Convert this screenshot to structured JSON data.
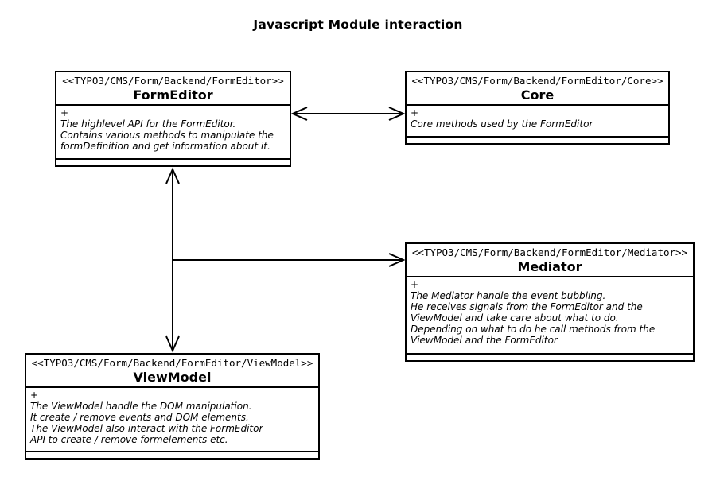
{
  "title": "Javascript Module interaction",
  "colors": {
    "line": "#000000",
    "background": "#ffffff",
    "box_fill": "#ffffff",
    "text": "#000000"
  },
  "nodes": {
    "formeditor": {
      "stereotype": "<<TYPO3/CMS/Form/Backend/FormEditor>>",
      "name": "FormEditor",
      "visibility": "+",
      "description": [
        "The highlevel API for the FormEditor.",
        "Contains various methods to manipulate the",
        "formDefinition and get information about it."
      ]
    },
    "core": {
      "stereotype": "<<TYPO3/CMS/Form/Backend/FormEditor/Core>>",
      "name": "Core",
      "visibility": "+",
      "description": [
        "Core methods used by the FormEditor"
      ]
    },
    "mediator": {
      "stereotype": "<<TYPO3/CMS/Form/Backend/FormEditor/Mediator>>",
      "name": "Mediator",
      "visibility": "+",
      "description": [
        "The Mediator handle the event bubbling.",
        "He receives signals from the FormEditor and the",
        "ViewModel and take care about what to do.",
        "Depending on what to do he call methods from the",
        "ViewModel and the FormEditor"
      ]
    },
    "viewmodel": {
      "stereotype": "<<TYPO3/CMS/Form/Backend/FormEditor/ViewModel>>",
      "name": "ViewModel",
      "visibility": "+",
      "description": [
        "The ViewModel handle the DOM manipulation.",
        "It create / remove events and DOM elements.",
        "The ViewModel also interact with the FormEditor",
        "API to create / remove formelements etc."
      ]
    }
  },
  "edges": [
    {
      "from": "FormEditor",
      "to": "Core",
      "style": "double-arrow"
    },
    {
      "from": "FormEditor",
      "to": "ViewModel",
      "style": "double-arrow"
    },
    {
      "from": "FormEditor-ViewModel-link",
      "to": "Mediator",
      "style": "arrow"
    }
  ]
}
